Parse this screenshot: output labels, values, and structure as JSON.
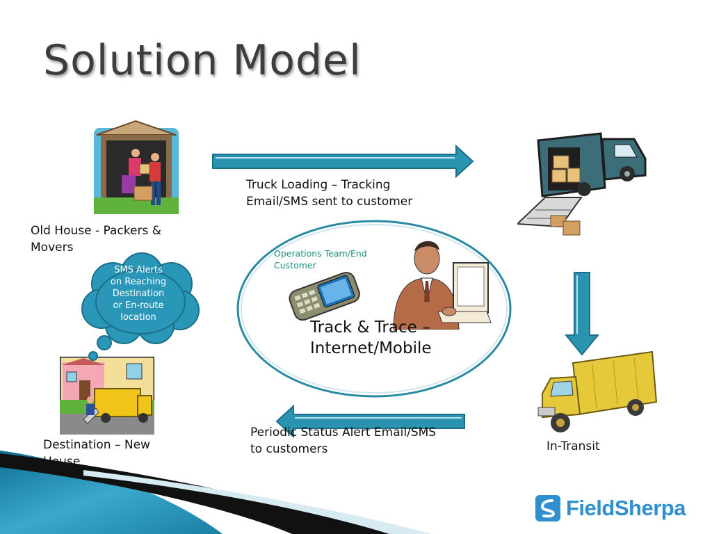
{
  "slide": {
    "title": "Solution Model"
  },
  "nodes": {
    "old_house": {
      "label_lines": [
        "Old House - Packers &",
        "Movers"
      ],
      "icon": "house-packers-icon"
    },
    "truck_loading": {
      "icon": "loading-truck-icon"
    },
    "in_transit": {
      "label": "In-Transit",
      "icon": "transit-truck-icon"
    },
    "destination": {
      "label_lines": [
        "Destination – New",
        "House"
      ],
      "icon": "new-house-icon"
    }
  },
  "edges": {
    "top": {
      "label_lines": [
        "Truck Loading – Tracking",
        "Email/SMS sent to customer"
      ]
    },
    "bottom": {
      "label_lines": [
        "Periodic Status Alert  Email/SMS",
        "to customers"
      ]
    }
  },
  "center": {
    "ops_lines": [
      "Operations Team/End",
      "Customer"
    ],
    "title_lines": [
      "Track & Trace –",
      "Internet/Mobile"
    ],
    "icons": [
      "mobile-phone-icon",
      "person-at-computer-icon"
    ]
  },
  "callout": {
    "text_lines": [
      "SMS Alerts",
      "on Reaching",
      "Destination",
      "or En-route",
      "location"
    ]
  },
  "brand": {
    "name": "FieldSherpa",
    "color": "#2f8fcf"
  },
  "colors": {
    "arrow_fill": "#2a93b0",
    "arrow_stroke": "#1b6f87",
    "ellipse_stroke": "#2b8aa3",
    "cloud_fill": "#2a97b8"
  }
}
